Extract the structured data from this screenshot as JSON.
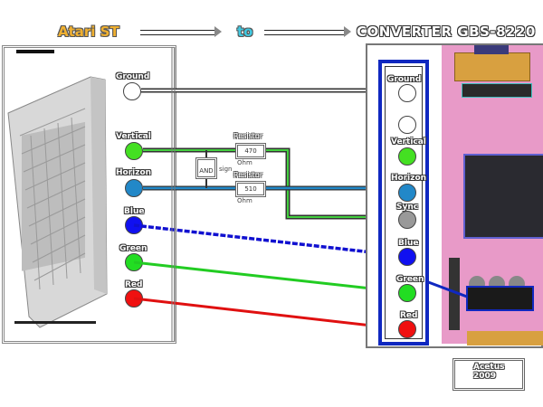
{
  "header": {
    "source_label": "Atari ST",
    "connector_label": "to",
    "target_label": "CONVERTER GBS-8220"
  },
  "atari_panel": {
    "device_image": "atari-st-keyboard",
    "pins": [
      {
        "label": "Ground",
        "color": "#ffffff"
      },
      {
        "label": "Vertical",
        "color": "#44e022"
      },
      {
        "label": "Horizon",
        "color": "#2288c8"
      },
      {
        "label": "Blue",
        "color": "#1010f0"
      },
      {
        "label": "Green",
        "color": "#22dd22"
      },
      {
        "label": "Red",
        "color": "#f01010"
      }
    ]
  },
  "circuit": {
    "logic_gate": {
      "label": "AND",
      "note": "sign"
    },
    "resistors": [
      {
        "title": "Resistor",
        "value": "470",
        "unit": "Ohm"
      },
      {
        "title": "Resistor",
        "value": "510",
        "unit": "Ohm"
      }
    ]
  },
  "converter_panel": {
    "pins": [
      {
        "label": "Ground",
        "color": "#ffffff"
      },
      {
        "label": "",
        "color": "#ffffff"
      },
      {
        "label": "Vertical",
        "color": "#44e022"
      },
      {
        "label": "Horizon",
        "color": "#2288c8"
      },
      {
        "label": "Sync",
        "color": "#999999"
      },
      {
        "label": "Blue",
        "color": "#1010f0"
      },
      {
        "label": "Green",
        "color": "#22dd22"
      },
      {
        "label": "Red",
        "color": "#f01010"
      }
    ],
    "highlight_color": "#1028c0"
  },
  "colors": {
    "wire_ground": "#dddddd",
    "wire_vertical": "#44d040",
    "wire_horizon": "#2288c8",
    "wire_blue": "#1010d0",
    "wire_green": "#22cc22",
    "wire_red": "#e01010",
    "pcb": "#e89ac8"
  },
  "credit": {
    "line1": "Acetus",
    "line2": "2009"
  }
}
